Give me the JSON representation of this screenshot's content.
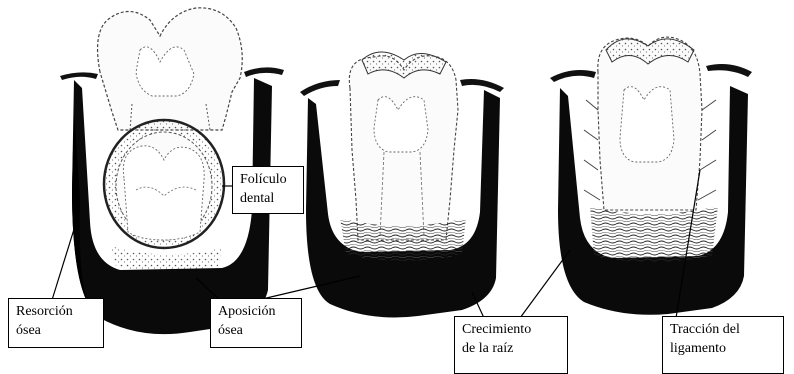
{
  "colors": {
    "bone": "#0a0a0a",
    "tooth_fill": "#fbfbfb",
    "pulp_fill": "#ffffff",
    "stipple": "#555555",
    "outline": "#222222",
    "gum": "#111111",
    "background": "#ffffff",
    "label_border": "#000000",
    "label_text": "#000000"
  },
  "icons": [
    "tooth-illustration-1",
    "tooth-illustration-2",
    "tooth-illustration-3"
  ],
  "labels": {
    "follicle": {
      "line1": "Folículo",
      "line2": "dental"
    },
    "resorption": {
      "line1": "Resorción",
      "line2": "ósea"
    },
    "apposition": {
      "line1": "Aposición",
      "line2": "ósea"
    },
    "root_growth": {
      "line1": "Crecimiento",
      "line2": "de la raíz"
    },
    "ligament": {
      "line1": "Tracción del",
      "line2": "ligamento"
    }
  }
}
